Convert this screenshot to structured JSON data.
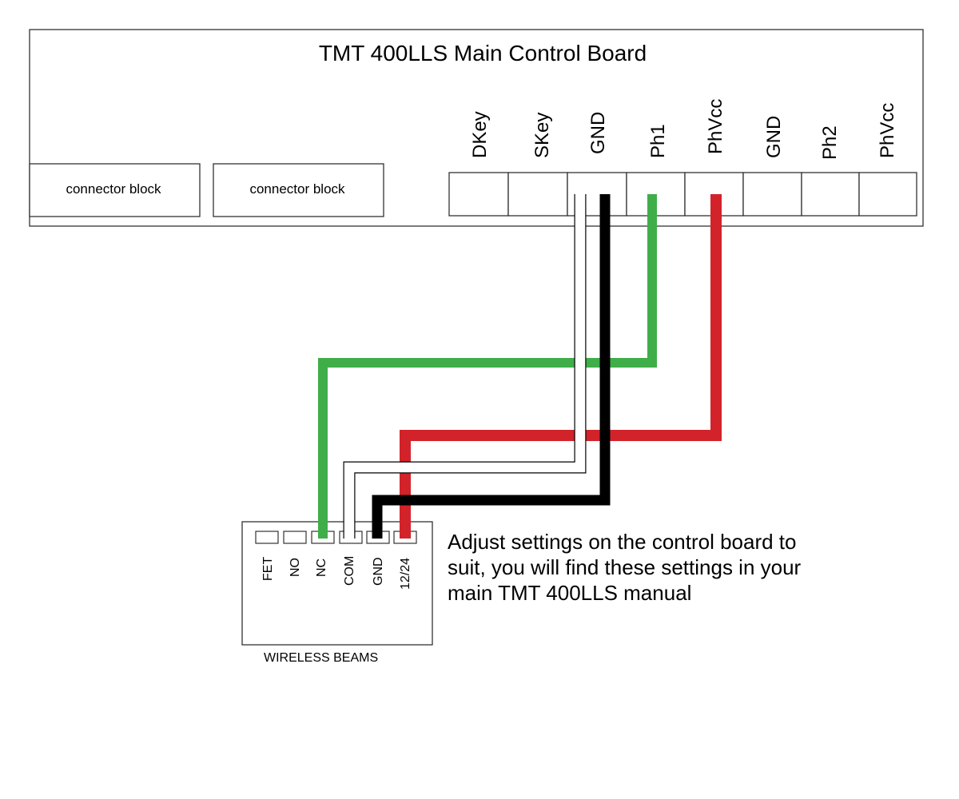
{
  "board": {
    "title": "TMT 400LLS Main Control Board",
    "connector_blocks": [
      "connector block",
      "connector block"
    ],
    "terminals": [
      "DKey",
      "SKey",
      "GND",
      "Ph1",
      "PhVcc",
      "GND",
      "Ph2",
      "PhVcc"
    ]
  },
  "beams": {
    "label": "WIRELESS BEAMS",
    "terminals": [
      "FET",
      "NO",
      "NC",
      "COM",
      "GND",
      "12/24"
    ]
  },
  "note": {
    "lines": [
      "Adjust settings on the control board to",
      "suit, you will find these settings in your",
      "main TMT 400LLS manual"
    ]
  },
  "wires": [
    {
      "color": "#3fae49",
      "from": "Ph1",
      "to": "NC"
    },
    {
      "color": "#ffffff",
      "from": "GND",
      "to": "COM"
    },
    {
      "color": "#000000",
      "from": "GND",
      "to": "GND"
    },
    {
      "color": "#d2232a",
      "from": "PhVcc",
      "to": "12/24"
    }
  ]
}
